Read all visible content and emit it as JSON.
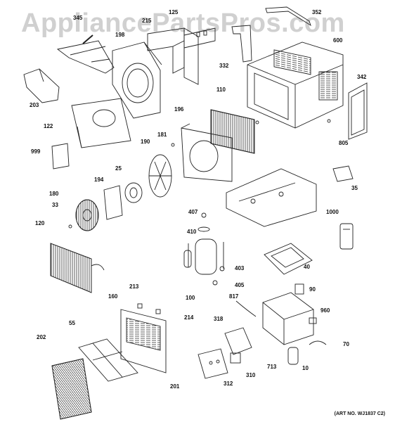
{
  "watermark": "AppliancePartsPros.com",
  "art_number": "(ART NO. WJ1837 C2)",
  "part_labels": {
    "p345": "345",
    "p198": "198",
    "p215": "215",
    "p125": "125",
    "p352": "352",
    "p332": "332",
    "p600": "600",
    "p342": "342",
    "p203": "203",
    "p110": "110",
    "p122": "122",
    "p196": "196",
    "p181": "181",
    "p805": "805",
    "p999": "999",
    "p190": "190",
    "p194": "194",
    "p25": "25",
    "p35": "35",
    "p180": "180",
    "p33": "33",
    "p407": "407",
    "p1000": "1000",
    "p410": "410",
    "p120": "120",
    "p403": "403",
    "p40": "40",
    "p405": "405",
    "p90": "90",
    "p213": "213",
    "p100": "100",
    "p160": "160",
    "p817": "817",
    "p214": "214",
    "p960": "960",
    "p318": "318",
    "p55": "55",
    "p202": "202",
    "p70": "70",
    "p310": "310",
    "p713": "713",
    "p10": "10",
    "p312": "312",
    "p201": "201"
  }
}
